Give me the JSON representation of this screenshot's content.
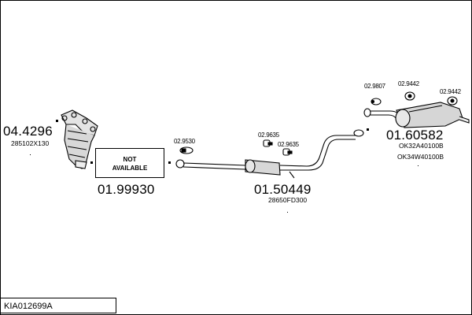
{
  "diagram": {
    "title": "Exhaust system parts diagram",
    "id_code": "KIA012699A",
    "parts": {
      "manifold_catalyst": {
        "code": "04.4296",
        "oem": "285102X130"
      },
      "not_available": {
        "line1": "NOT",
        "line2": "AVAILABLE",
        "code": "01.99930"
      },
      "front_pipe_gasket": {
        "code": "02.9530"
      },
      "middle_silencer": {
        "code": "01.50449",
        "oem": "28650FD300"
      },
      "middle_clamp_a": {
        "code": "02.9635"
      },
      "middle_clamp_b": {
        "code": "02.9635"
      },
      "rear_silencer": {
        "code": "01.60582",
        "oem1": "OK32A40100B",
        "oem2": "OK34W40100B"
      },
      "rear_rubber_a": {
        "code": "02.9807"
      },
      "rear_rubber_b": {
        "code": "02.9442"
      },
      "rear_rubber_c": {
        "code": "02.9442"
      }
    }
  }
}
